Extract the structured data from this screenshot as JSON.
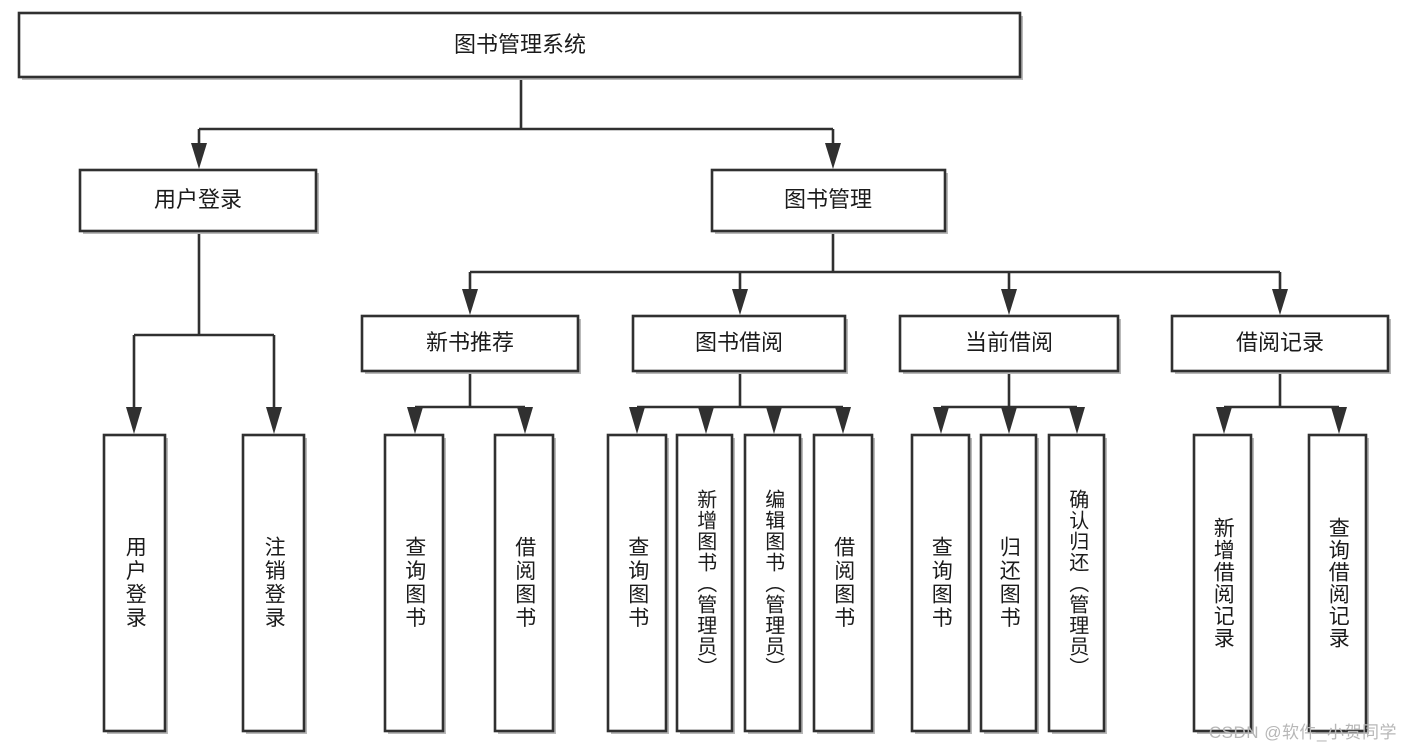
{
  "diagram": {
    "title": "图书管理系统",
    "type": "hierarchy-tree",
    "orientation": "top-down",
    "levels": 4,
    "colors": {
      "node_fill": "#ffffff",
      "node_stroke": "#303030",
      "text": "#1b1b1b",
      "shadow": "#b9b9b9",
      "watermark": "#b7b7b7"
    },
    "root": {
      "label": "图书管理系统"
    },
    "level2": [
      {
        "label": "用户登录"
      },
      {
        "label": "图书管理"
      }
    ],
    "level3": [
      {
        "label": "新书推荐"
      },
      {
        "label": "图书借阅"
      },
      {
        "label": "当前借阅"
      },
      {
        "label": "借阅记录"
      }
    ],
    "leaves": {
      "user_login": [
        {
          "label": "用户登录"
        },
        {
          "label": "注销登录"
        }
      ],
      "new_book_recommend": [
        {
          "label": "查询图书"
        },
        {
          "label": "借阅图书"
        }
      ],
      "book_borrow": [
        {
          "label": "查询图书"
        },
        {
          "label": "新增图书（管理员）"
        },
        {
          "label": "编辑图书（管理员）"
        },
        {
          "label": "借阅图书"
        }
      ],
      "current_borrow": [
        {
          "label": "查询图书"
        },
        {
          "label": "归还图书"
        },
        {
          "label": "确认归还（管理员）"
        }
      ],
      "borrow_record": [
        {
          "label": "新增借阅记录"
        },
        {
          "label": "查询借阅记录"
        }
      ]
    }
  },
  "watermark": {
    "text": "CSDN @软件_小贺同学"
  }
}
